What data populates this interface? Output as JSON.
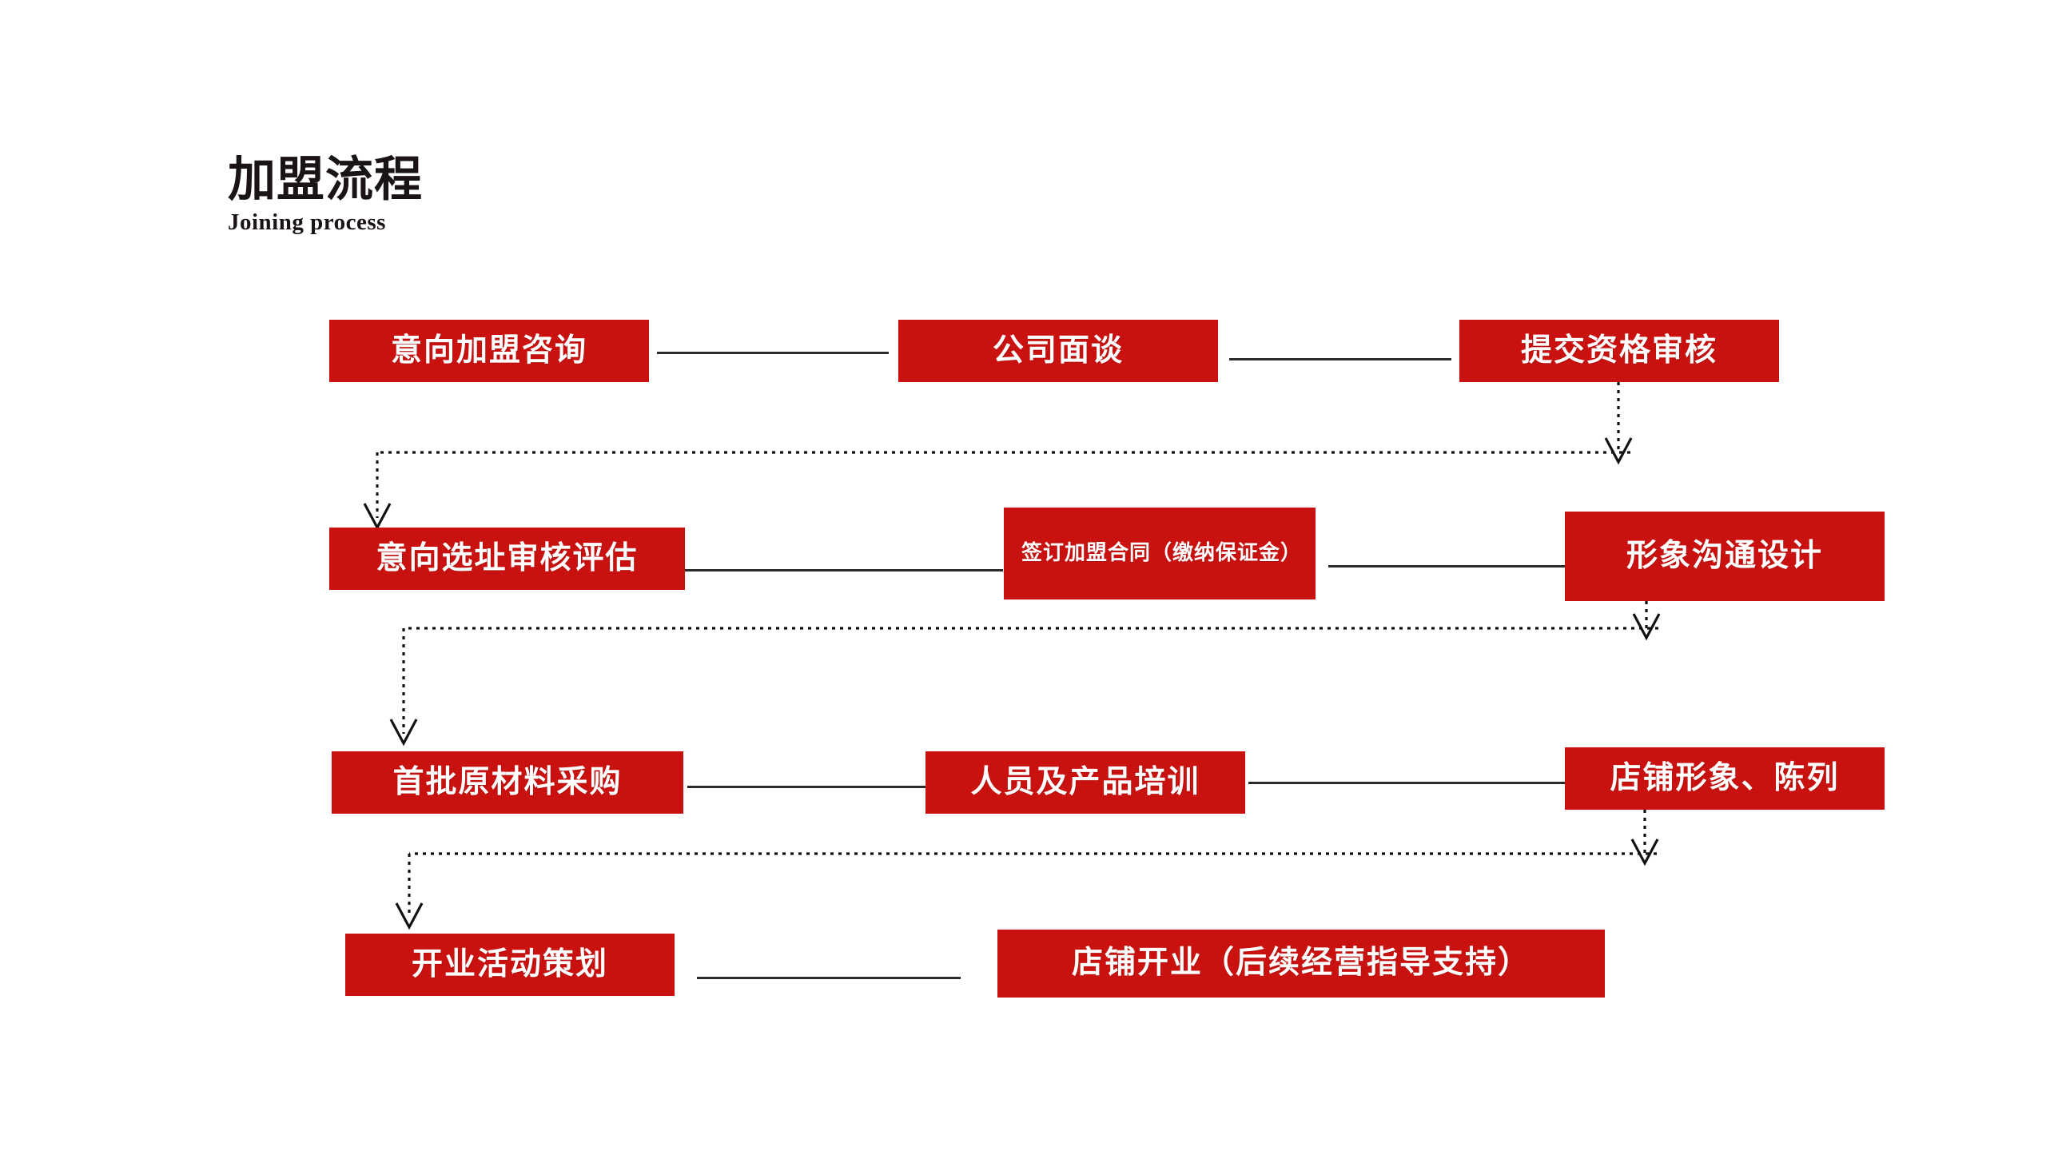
{
  "header": {
    "title": "加盟流程",
    "subtitle": "Joining process"
  },
  "theme": {
    "box_fill": "#C9110F",
    "box_text": "#FFFFFF",
    "title_color": "#1A1416",
    "line_color": "#2B2B2B",
    "dotted_color": "#111111",
    "background": "#FFFFFF"
  },
  "flow": {
    "rows": [
      {
        "row_index": 1,
        "steps": [
          {
            "id": "step-1",
            "label": "意向加盟咨询",
            "size": "lg"
          },
          {
            "id": "step-2",
            "label": "公司面谈",
            "size": "lg"
          },
          {
            "id": "step-3",
            "label": "提交资格审核",
            "size": "lg"
          }
        ]
      },
      {
        "row_index": 2,
        "steps": [
          {
            "id": "step-4",
            "label": "意向选址审核评估",
            "size": "lg"
          },
          {
            "id": "step-5",
            "label": "签订加盟合同（缴纳保证金）",
            "size": "sm"
          },
          {
            "id": "step-6",
            "label": "形象沟通设计",
            "size": "lg"
          }
        ]
      },
      {
        "row_index": 3,
        "steps": [
          {
            "id": "step-7",
            "label": "首批原材料采购",
            "size": "lg"
          },
          {
            "id": "step-8",
            "label": "人员及产品培训",
            "size": "lg"
          },
          {
            "id": "step-9",
            "label": "店铺形象、陈列",
            "size": "lg"
          }
        ]
      },
      {
        "row_index": 4,
        "steps": [
          {
            "id": "step-10",
            "label": "开业活动策划",
            "size": "lg"
          },
          {
            "id": "step-11",
            "label": "店铺开业（后续经营指导支持）",
            "size": "lg"
          }
        ]
      }
    ],
    "connector_style": {
      "within_row": "solid",
      "between_rows": "dotted-with-arrowheads"
    }
  }
}
